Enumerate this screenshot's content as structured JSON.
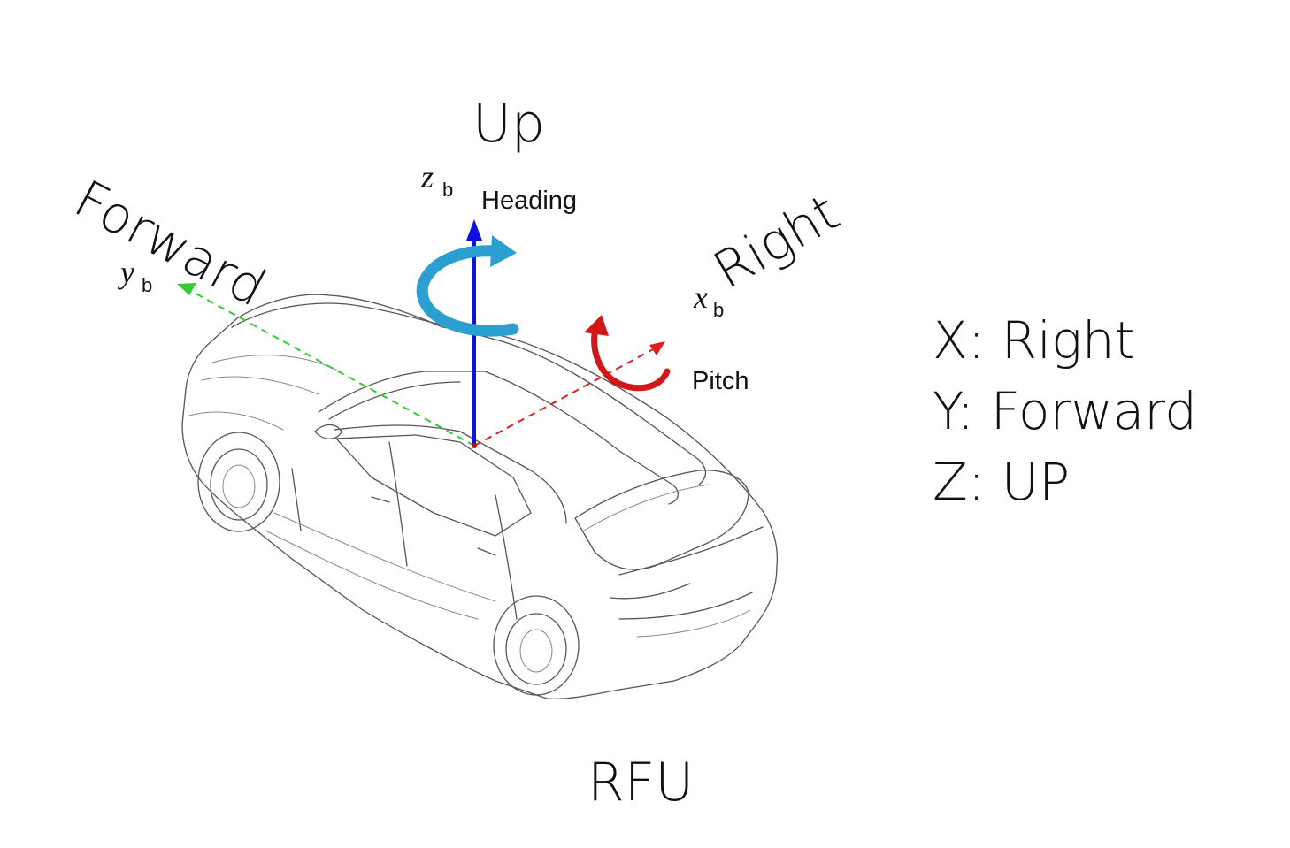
{
  "labels": {
    "up": "Up",
    "forward": "Forward",
    "right": "Right",
    "heading": "Heading",
    "pitch": "Pitch",
    "z_axis": "z",
    "y_axis": "y",
    "x_axis": "x",
    "axis_subscript": "b",
    "caption": "RFU"
  },
  "legend": [
    "X: Right",
    "Y: Forward",
    "Z: UP"
  ],
  "colors": {
    "z_axis": "#1010e0",
    "y_axis": "#33cc33",
    "x_axis": "#e02020",
    "heading_arrow": "#2a9fd0",
    "pitch_arrow": "#d01818"
  },
  "icons": {
    "vehicle": "car-outline-icon"
  }
}
